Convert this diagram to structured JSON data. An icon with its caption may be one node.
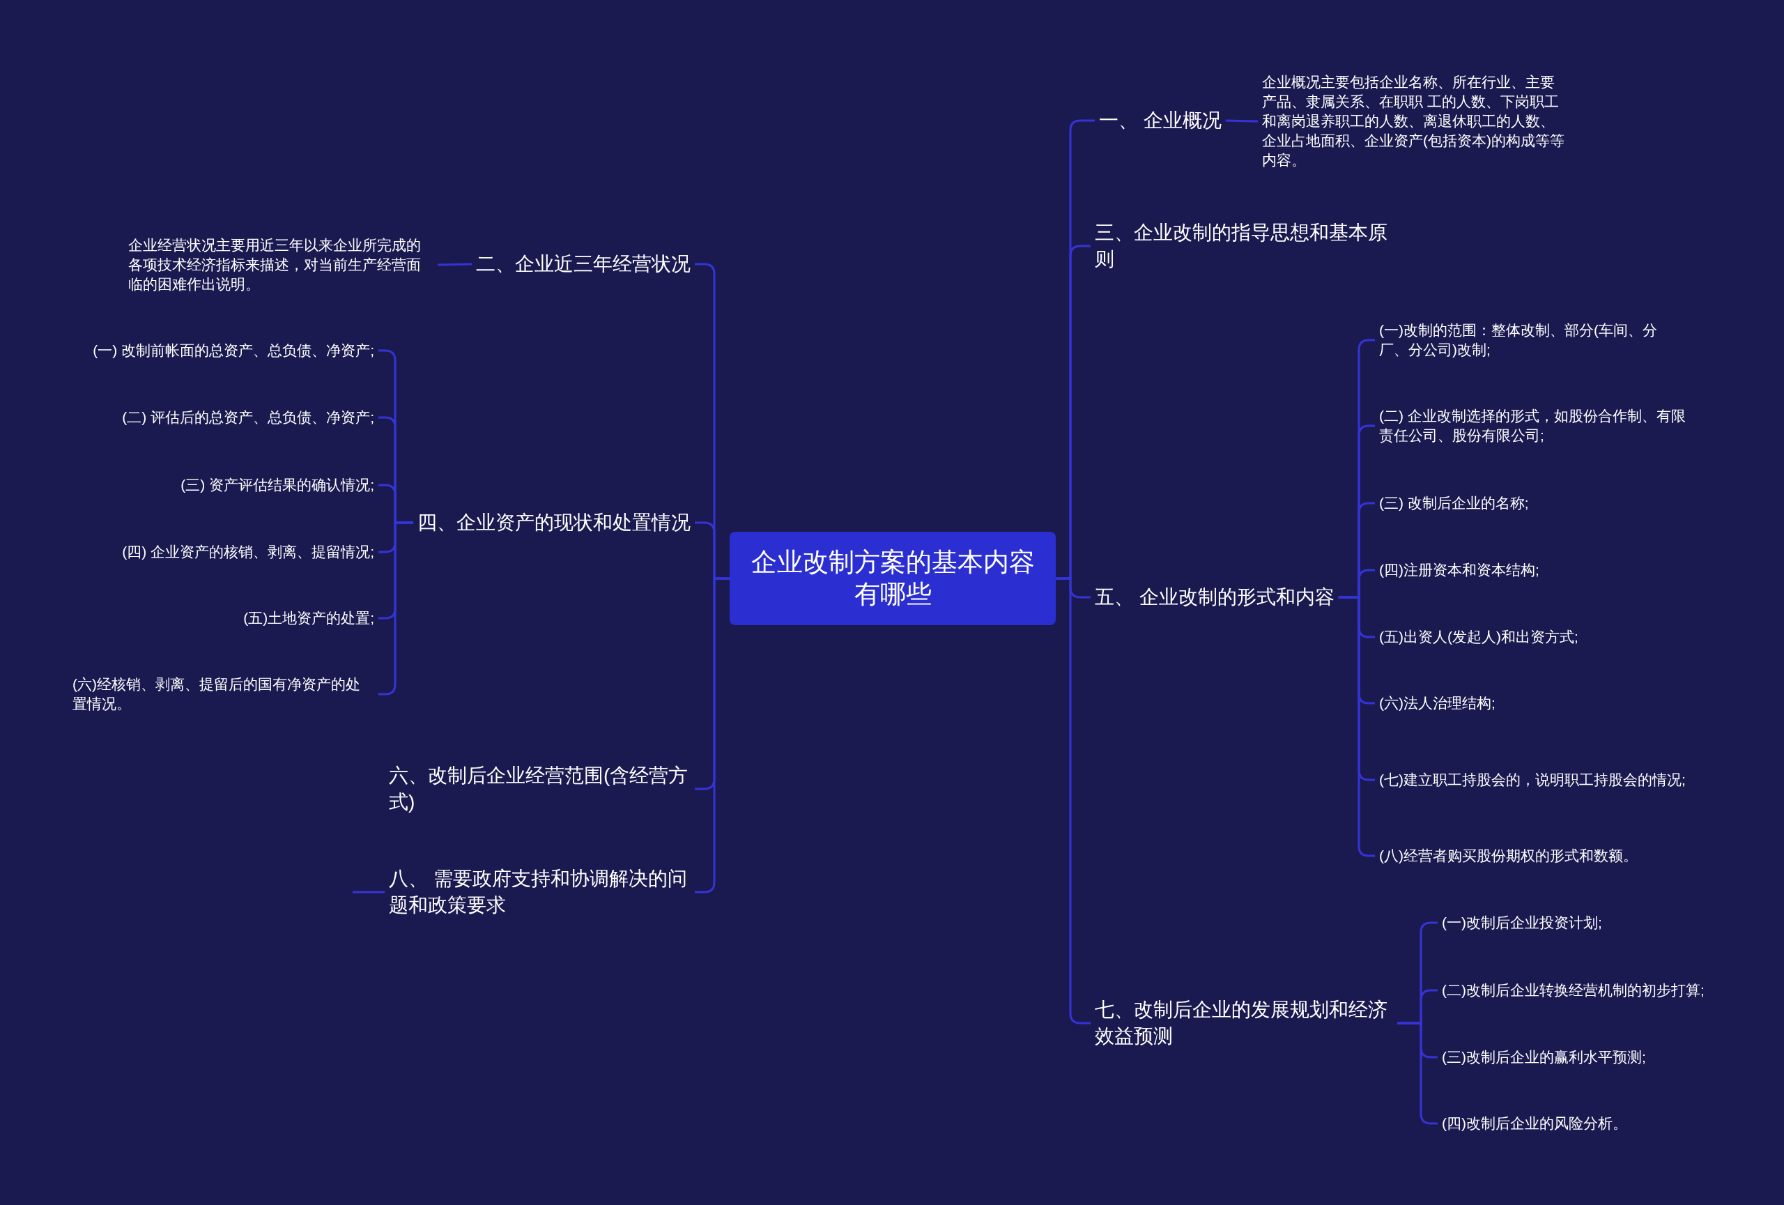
{
  "diagram": {
    "nodes": [
      {
        "text": [
          "企业改制方案的基本内容有哪些"
        ]
      },
      {
        "text": [
          "一、 企业概况"
        ]
      },
      {
        "text": [
          "企业概况主要包括企业名称、所在行业、主要产品、隶属关系、在职职 工的人数、下岗职工和离岗退养职工的人数、离退休职工的人数、企业占地面积、企业资产(包括资本)的构成等等内容。"
        ]
      },
      {
        "text": [
          "三、企业改制的指导思想和基本原则"
        ]
      },
      {
        "text": [
          "五、 企业改制的形式和内容"
        ]
      },
      {
        "text": [
          "(一)改制的范围：整体改制、部分(车间、分厂、分公司)改制;"
        ]
      },
      {
        "text": [
          "(二) 企业改制选择的形式，如股份合作制、有限责任公司、股份有限公司;"
        ]
      },
      {
        "text": [
          "(三) 改制后企业的名称;"
        ]
      },
      {
        "text": [
          "(四)注册资本和资本结构;"
        ]
      },
      {
        "text": [
          "(五)出资人(发起人)和出资方式;"
        ]
      },
      {
        "text": [
          "(六)法人治理结构;"
        ]
      },
      {
        "text": [
          "(七)建立职工持股会的，说明职工持股会的情况;"
        ]
      },
      {
        "text": [
          "(八)经营者购买股份期权的形式和数额。"
        ]
      },
      {
        "text": [
          "七、改制后企业的发展规划和经济效益预测"
        ]
      },
      {
        "text": [
          "(一)改制后企业投资计划;"
        ]
      },
      {
        "text": [
          "(二)改制后企业转换经营机制的初步打算;"
        ]
      },
      {
        "text": [
          "(三)改制后企业的赢利水平预测;"
        ]
      },
      {
        "text": [
          "(四)改制后企业的风险分析。"
        ]
      },
      {
        "text": [
          "二、企业近三年经营状况"
        ]
      },
      {
        "text": [
          "企业经营状况主要用近三年以来企业所完成的各项技术经济指标来描述，对当前生产经营面临的困难作出说明。"
        ]
      },
      {
        "text": [
          "四、企业资产的现状和处置情况"
        ]
      },
      {
        "text": [
          "(一) 改制前帐面的总资产、总负债、净资产;"
        ]
      },
      {
        "text": [
          "(二) 评估后的总资产、总负债、净资产;"
        ]
      },
      {
        "text": [
          "(三) 资产评估结果的确认情况;"
        ]
      },
      {
        "text": [
          "(四) 企业资产的核销、剥离、提留情况;"
        ]
      },
      {
        "text": [
          "(五)土地资产的处置;"
        ]
      },
      {
        "text": [
          "(六)经核销、剥离、提留后的国有净资产的处置情况。"
        ]
      },
      {
        "text": [
          "六、改制后企业经营范围(含经营方式)"
        ]
      },
      {
        "text": [
          "八、 需要政府支持和协调解决的问题和政策要求"
        ]
      }
    ],
    "edges": [
      {
        "from": 0,
        "to": 1,
        "arrow": "none"
      },
      {
        "from": 0,
        "to": 3,
        "arrow": "none"
      },
      {
        "from": 0,
        "to": 4,
        "arrow": "none"
      },
      {
        "from": 0,
        "to": 13,
        "arrow": "none"
      },
      {
        "from": 1,
        "to": 2,
        "arrow": "none"
      },
      {
        "from": 4,
        "to": 5,
        "arrow": "none"
      },
      {
        "from": 4,
        "to": 6,
        "arrow": "none"
      },
      {
        "from": 4,
        "to": 7,
        "arrow": "none"
      },
      {
        "from": 4,
        "to": 8,
        "arrow": "none"
      },
      {
        "from": 4,
        "to": 9,
        "arrow": "none"
      },
      {
        "from": 4,
        "to": 10,
        "arrow": "none"
      },
      {
        "from": 4,
        "to": 11,
        "arrow": "none"
      },
      {
        "from": 4,
        "to": 12,
        "arrow": "none"
      },
      {
        "from": 13,
        "to": 14,
        "arrow": "none"
      },
      {
        "from": 13,
        "to": 15,
        "arrow": "none"
      },
      {
        "from": 13,
        "to": 16,
        "arrow": "none"
      },
      {
        "from": 13,
        "to": 17,
        "arrow": "none"
      },
      {
        "from": 0,
        "to": 18,
        "arrow": "none"
      },
      {
        "from": 0,
        "to": 20,
        "arrow": "none"
      },
      {
        "from": 0,
        "to": 27,
        "arrow": "none"
      },
      {
        "from": 0,
        "to": 28,
        "arrow": "none"
      },
      {
        "from": 18,
        "to": 19,
        "arrow": "none"
      },
      {
        "from": 20,
        "to": 21,
        "arrow": "none"
      },
      {
        "from": 20,
        "to": 22,
        "arrow": "none"
      },
      {
        "from": 20,
        "to": 23,
        "arrow": "none"
      },
      {
        "from": 20,
        "to": 24,
        "arrow": "none"
      },
      {
        "from": 20,
        "to": 25,
        "arrow": "none"
      },
      {
        "from": 20,
        "to": 26,
        "arrow": "none"
      },
      {
        "from": 28,
        "to": null,
        "arrow": "none"
      }
    ]
  }
}
